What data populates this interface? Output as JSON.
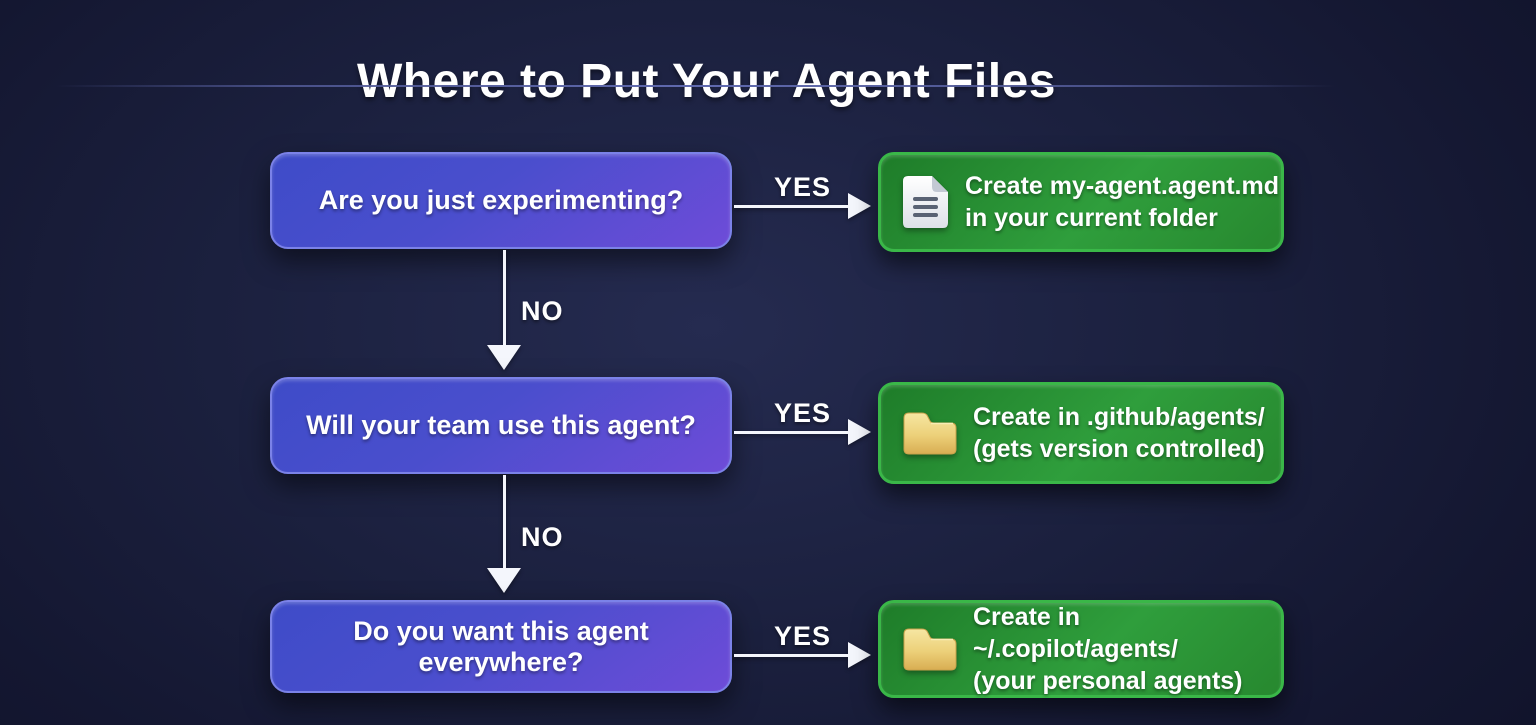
{
  "title": "Where to Put Your Agent Files",
  "colors": {
    "background": "#1b203e",
    "question_box_top": "#3e4cc8",
    "question_box_bottom": "#6e4cd8",
    "question_box_border": "#7b82e8",
    "answer_box_dark": "#1e7c29",
    "answer_box_light": "#2f9e3c",
    "answer_box_border": "#3ab748",
    "arrow": "#f4f6fc",
    "folder_icon": "#ecd079",
    "document_icon": "#ffffff"
  },
  "flow": {
    "rows": [
      {
        "question": "Are you just experimenting?",
        "yes_label": "YES",
        "no_label": "NO",
        "answer": {
          "icon": "document-icon",
          "line1": "Create my-agent.agent.md",
          "line2": "in your current folder"
        }
      },
      {
        "question": "Will your team use this agent?",
        "yes_label": "YES",
        "no_label": "NO",
        "answer": {
          "icon": "folder-icon",
          "line1": "Create in .github/agents/",
          "line2": "(gets version controlled)"
        }
      },
      {
        "question": "Do you want this agent everywhere?",
        "yes_label": "YES",
        "answer": {
          "icon": "folder-icon",
          "line1": "Create in ~/.copilot/agents/",
          "line2": "(your personal agents)"
        }
      }
    ]
  }
}
